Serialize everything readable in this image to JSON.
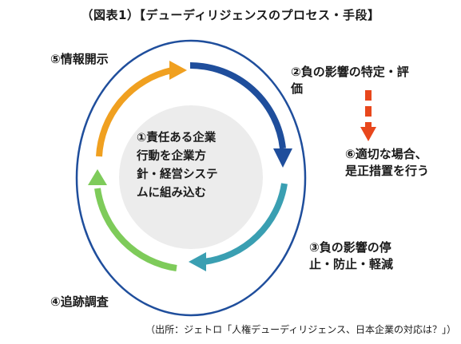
{
  "title": "（図表1）【デューディリジェンスのプロセス・手段】",
  "center": {
    "line1": "①責任ある企業",
    "line2": "行動を企業方",
    "line3": "針・経営システ",
    "line4": "ムに組み込む"
  },
  "steps": {
    "step2_line1": "②負の影響の特定・評",
    "step2_line2": "価",
    "step3_line1": "③負の影響の停",
    "step3_line2": "止・防止・軽減",
    "step4": "④追跡調査",
    "step5": "⑤情報開示",
    "step6_line1": "⑥適切な場合、",
    "step6_line2": "是正措置を行う"
  },
  "source": "（出所：ジェトロ「人権デューディリジェンス、日本企業の対応は？」）",
  "colors": {
    "arrow_blue": "#1f4e9c",
    "arrow_teal": "#3a9fb2",
    "arrow_green": "#7ecb5a",
    "arrow_orange": "#f0a020",
    "dashed_red": "#e8471c",
    "outer_ring": "#1f4e9c",
    "center_fill": "#ececec"
  }
}
